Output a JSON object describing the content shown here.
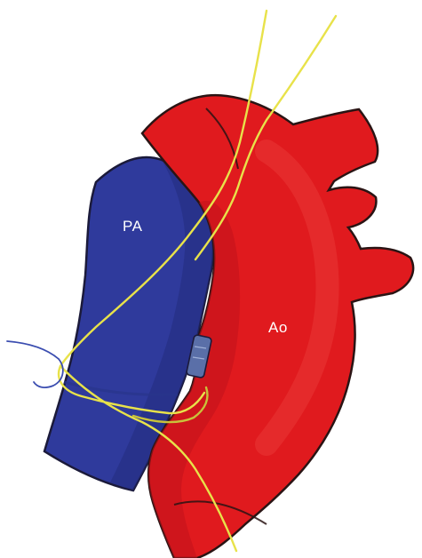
{
  "labels": {
    "pulmonary_artery": "PA",
    "aorta": "Ao"
  },
  "colors": {
    "pulmonary_artery": "#2f3a9c",
    "pulmonary_artery_shadow": "#232c7e",
    "aorta": "#e01a1e",
    "aorta_shadow": "#c3121a",
    "aorta_highlight": "#ee4a46",
    "suture": "#e8e24a",
    "suture_dark": "#c9c23a",
    "outline": "#2a1414",
    "device": "#5a6fa8",
    "needle": "#3b4db0"
  },
  "icons": {
    "device": "occluder-clip",
    "needle": "curved-suture-needle"
  }
}
